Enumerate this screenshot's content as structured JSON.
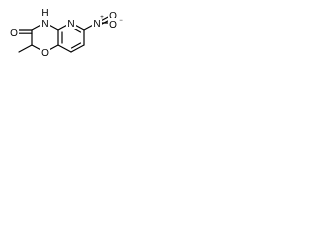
{
  "molecule": {
    "atoms": {
      "nh": "N",
      "nh_h": "H",
      "ring_o": "O",
      "carbonyl_o": "O",
      "pyridine_n": "N",
      "nitro_n": "N",
      "nitro_plus": "+",
      "nitro_o_top": "O",
      "nitro_o_bottom": "O",
      "nitro_minus": "−"
    }
  }
}
